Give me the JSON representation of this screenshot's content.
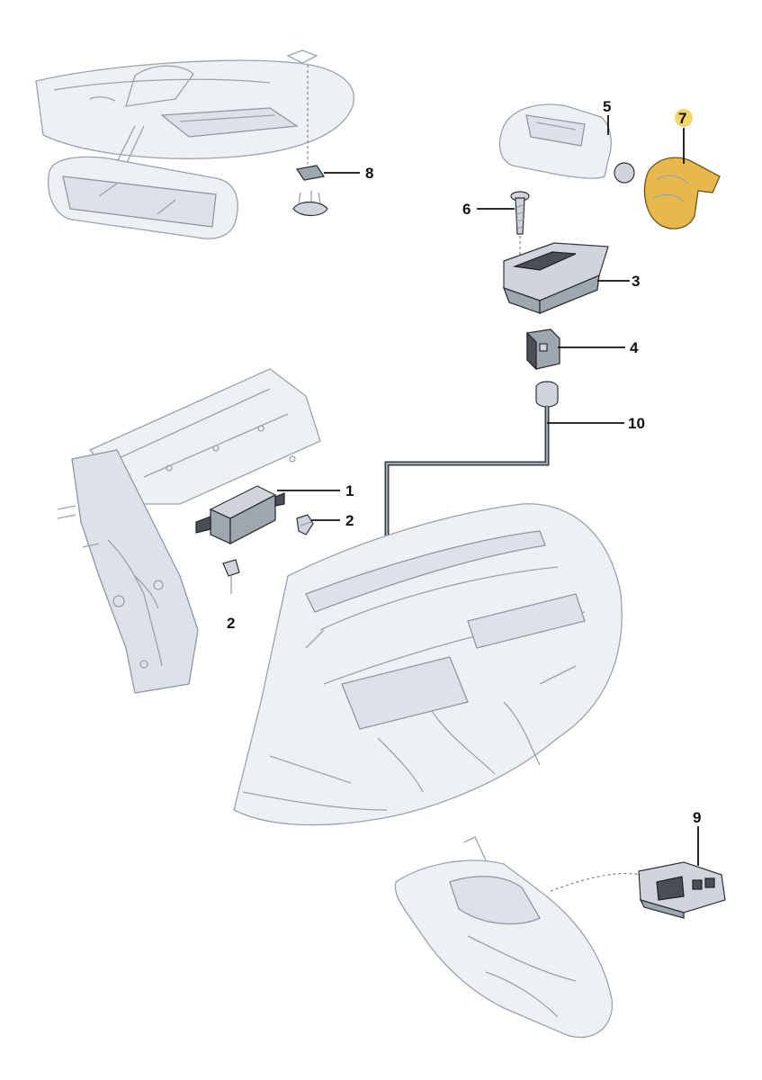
{
  "callouts": {
    "c1": "1",
    "c2a": "2",
    "c2b": "2",
    "c3": "3",
    "c4": "4",
    "c5": "5",
    "c6": "6",
    "c7": "7",
    "c8": "8",
    "c9": "9",
    "c10": "10"
  },
  "colors": {
    "highlight_part": "#e6b94a",
    "highlight_badge": "#f3d56a"
  },
  "icons": {
    "mirror": "rearview-mirror",
    "cable": "cable-10"
  }
}
